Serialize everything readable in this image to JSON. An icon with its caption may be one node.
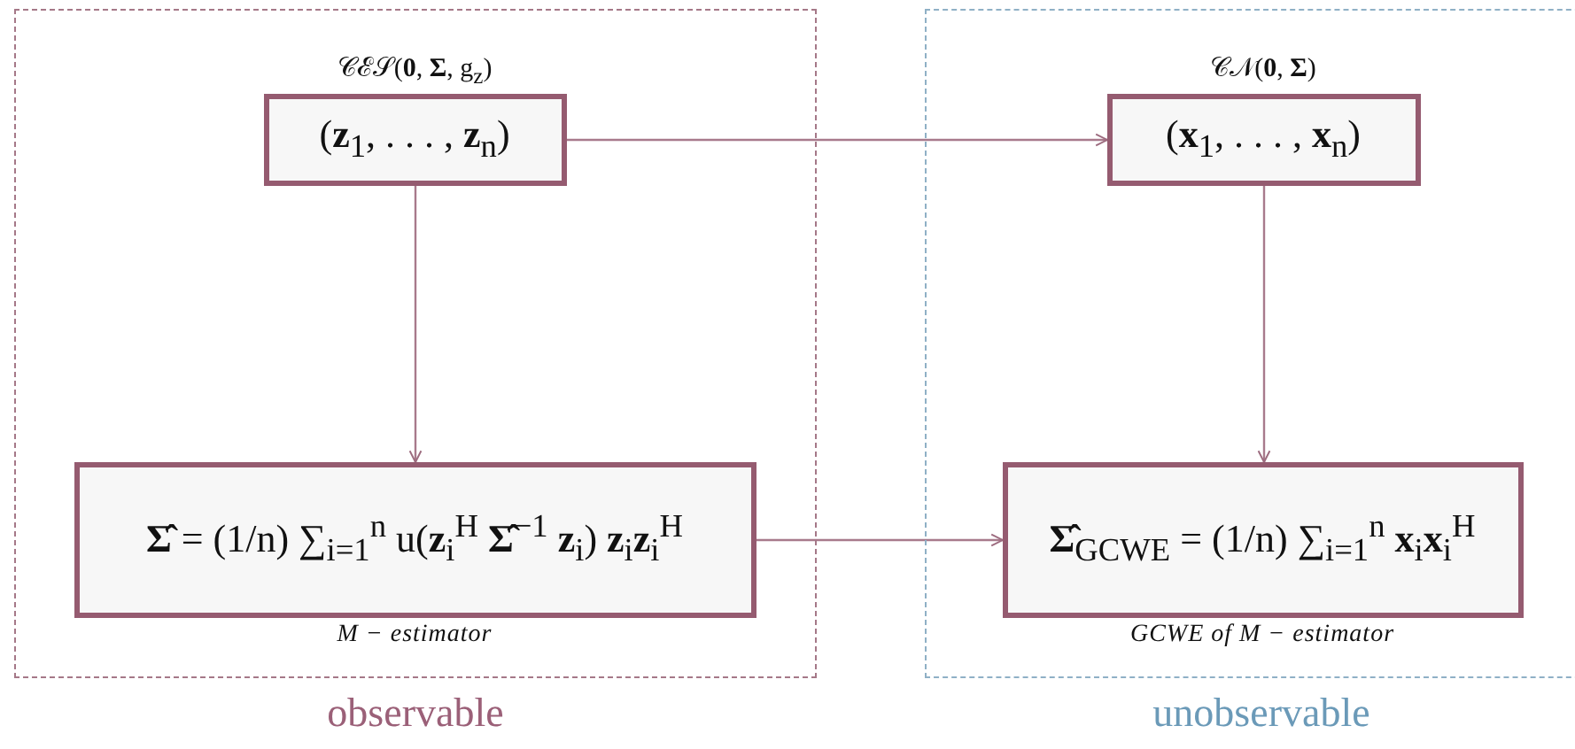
{
  "diagram": {
    "nodes": [
      {
        "text": [
          "observable"
        ]
      },
      {
        "text": [
          "𝒞ℰ𝒮(**0**, **Σ**, g$_{z}$)",
          "(**z**$_{1}$, . . . , **z**$_{n}$)"
        ],
        "in": 0
      },
      {
        "text": [
          "**Σ̂** = (1/n) ∑$_{i=1}$$^{n}$ u(**z**$_{i}$$^{H}$ **Σ̂**$^{−1}$ **z**$_{i}$) **z**$_{i}$**z**$_{i}$$^{H}$"
        ],
        "beside": [
          "M − estimator"
        ],
        "in": 0
      },
      {
        "text": [
          "unobservable"
        ]
      },
      {
        "text": [
          "𝒞𝒩(**0**, **Σ**)",
          "(**x**$_{1}$, . . . , **x**$_{n}$)"
        ],
        "in": 3
      },
      {
        "text": [
          "**Σ̂**$_{GCWE}$ = (1/n) ∑$_{i=1}$$^{n}$ **x**$_{i}$**x**$_{i}$$^{H}$"
        ],
        "beside": [
          "GCWE of M − estimator"
        ],
        "in": 3
      }
    ],
    "edges": [
      {
        "from": 1,
        "to": 4,
        "arrow": "to"
      },
      {
        "from": 1,
        "to": 2,
        "arrow": "to"
      },
      {
        "from": 4,
        "to": 5,
        "arrow": "to"
      },
      {
        "from": 2,
        "to": 5,
        "arrow": "to"
      }
    ]
  }
}
